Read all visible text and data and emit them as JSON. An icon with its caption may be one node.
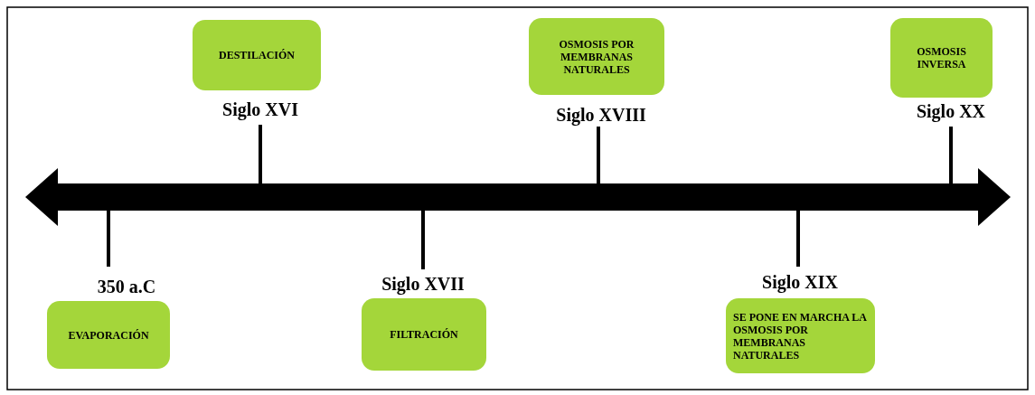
{
  "diagram": {
    "nodes": [
      {
        "text": [
          "EVAPORACIÓN"
        ],
        "beside": [
          "350 a.C"
        ]
      },
      {
        "text": [
          "DESTILACIÓN"
        ],
        "beside": [
          "Siglo XVI"
        ]
      },
      {
        "text": [
          "FILTRACIÓN"
        ],
        "beside": [
          "Siglo XVII"
        ]
      },
      {
        "text": [
          "OSMOSIS POR MEMBRANAS NATURALES"
        ],
        "beside": [
          "Siglo XVIII"
        ]
      },
      {
        "text": [
          "SE PONE EN MARCHA LA OSMOSIS POR MEMBRANAS NATURALES"
        ],
        "beside": [
          "Siglo XIX"
        ]
      },
      {
        "text": [
          "OSMOSIS INVERSA"
        ],
        "beside": [
          "Siglo XX"
        ]
      }
    ]
  }
}
